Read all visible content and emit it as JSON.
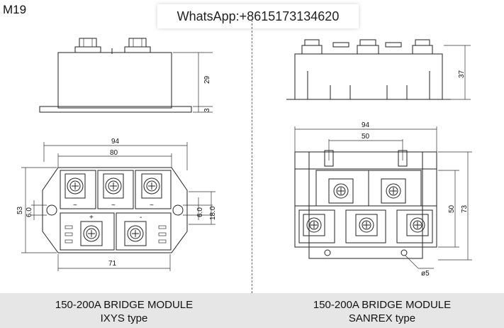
{
  "model_label": "M19",
  "watermark": "WhatsApp:+8615173134620",
  "left_module": {
    "caption_line1": "150-200A BRIDGE MODULE",
    "caption_line2": "IXYS type",
    "side_dims": [
      "29",
      "3"
    ],
    "top_dims": [
      "94",
      "80",
      "53",
      "6.0",
      "6.0",
      "18.0",
      "71"
    ],
    "terminal_signs": [
      "~",
      "~",
      "~",
      "+",
      "-"
    ]
  },
  "right_module": {
    "caption_line1": "150-200A BRIDGE MODULE",
    "caption_line2": "SANREX type",
    "side_dims": [
      "37"
    ],
    "top_dims": [
      "94",
      "50",
      "50",
      "73",
      "ø5"
    ]
  },
  "colors": {
    "line": "#222222",
    "footer_bg": "#e6e6e6"
  }
}
